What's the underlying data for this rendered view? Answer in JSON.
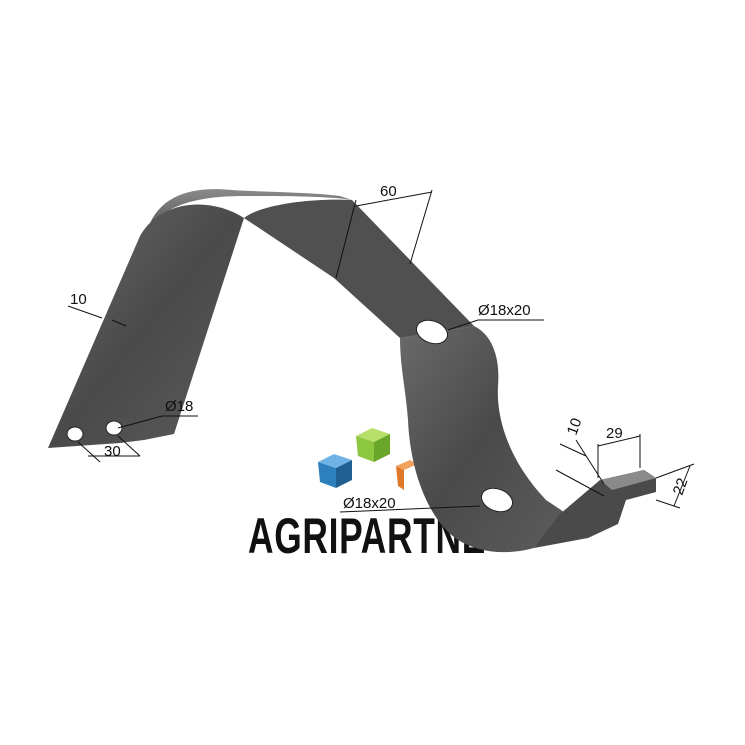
{
  "dimensions": {
    "thickness_left": "10",
    "hole_spacing": "30",
    "hole_diameter": "Ø18",
    "width_top": "60",
    "slot_upper": "Ø18x20",
    "slot_lower": "Ø18x20",
    "tip_thickness": "10",
    "tip_width": "29",
    "tip_height": "22"
  },
  "logo": {
    "text": "AGRIPARTNE",
    "cube_colors": [
      "#8dc63f",
      "#2e7fbd",
      "#e0782a"
    ]
  },
  "colors": {
    "steel_dark": "#3f3f3f",
    "steel_mid": "#555555",
    "steel_light": "#777777"
  }
}
